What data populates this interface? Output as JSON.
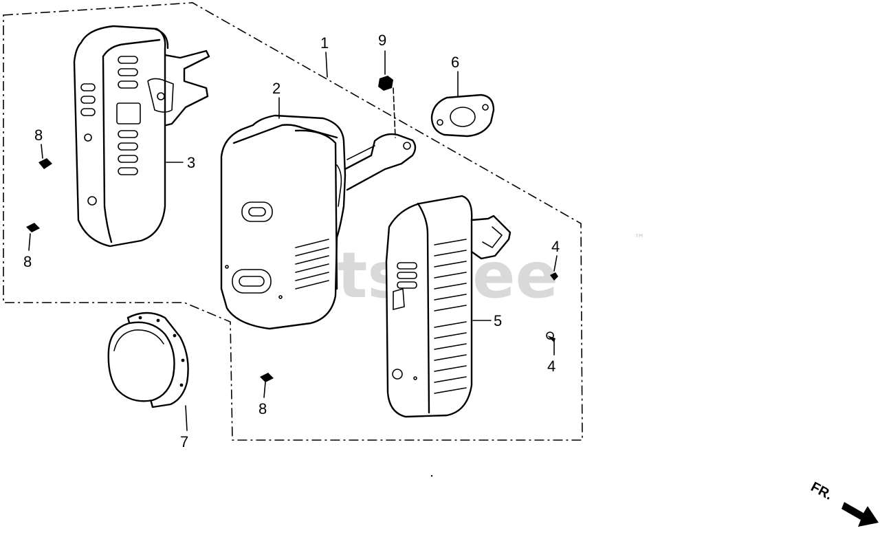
{
  "watermark": {
    "text": "PartsTree",
    "trademark": "™"
  },
  "callouts": [
    {
      "id": "callout-1",
      "text": "1"
    },
    {
      "id": "callout-2",
      "text": "2"
    },
    {
      "id": "callout-3",
      "text": "3"
    },
    {
      "id": "callout-4a",
      "text": "4"
    },
    {
      "id": "callout-4b",
      "text": "4"
    },
    {
      "id": "callout-5",
      "text": "5"
    },
    {
      "id": "callout-6",
      "text": "6"
    },
    {
      "id": "callout-7",
      "text": "7"
    },
    {
      "id": "callout-8a",
      "text": "8"
    },
    {
      "id": "callout-8b",
      "text": "8"
    },
    {
      "id": "callout-8c",
      "text": "8"
    },
    {
      "id": "callout-9",
      "text": "9"
    }
  ],
  "direction_indicator": {
    "text": "FR."
  }
}
